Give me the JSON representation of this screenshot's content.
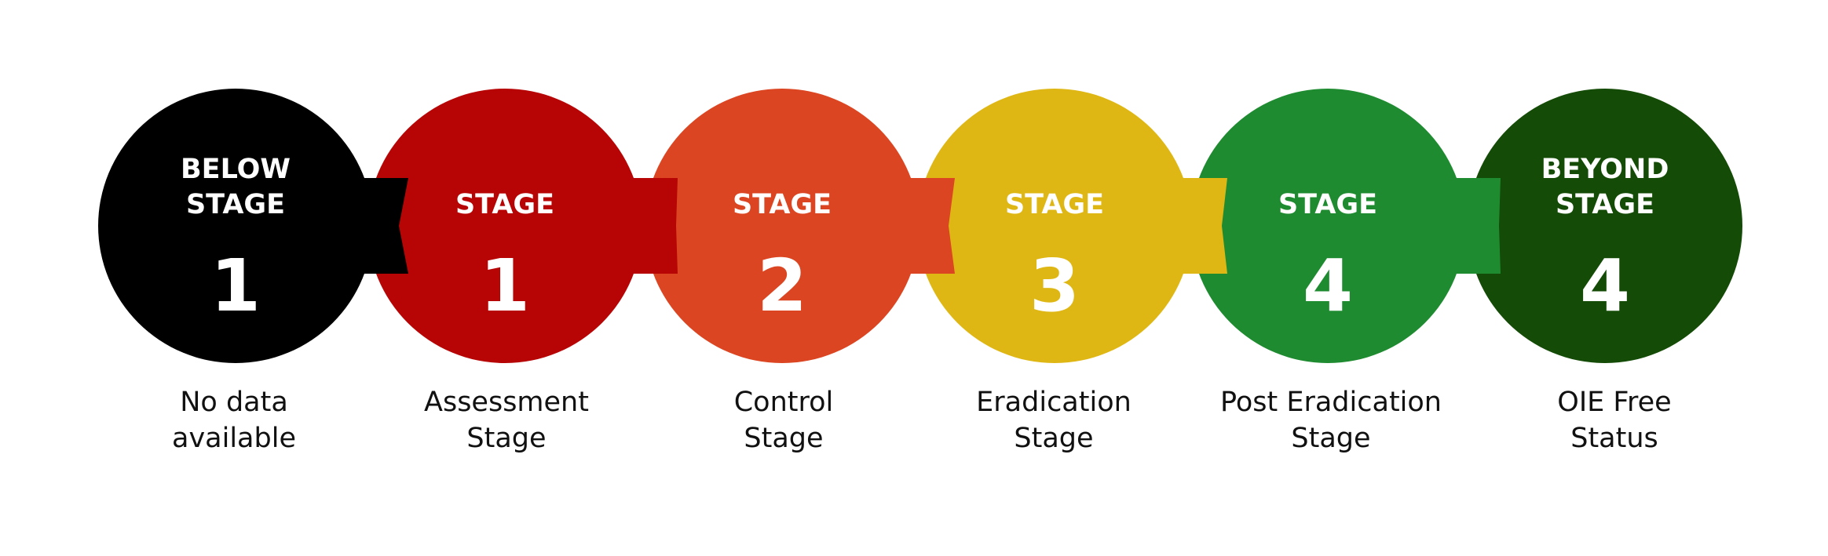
{
  "stages": [
    {
      "heading_line1": "BELOW",
      "heading_line2": "STAGE",
      "number": "1",
      "caption_line1": "No data",
      "caption_line2": "available",
      "color": "#000000"
    },
    {
      "heading_line1": "",
      "heading_line2": "STAGE",
      "number": "1",
      "caption_line1": "Assessment",
      "caption_line2": "Stage",
      "color": "#b70405"
    },
    {
      "heading_line1": "",
      "heading_line2": "STAGE",
      "number": "2",
      "caption_line1": "Control",
      "caption_line2": "Stage",
      "color": "#db4521"
    },
    {
      "heading_line1": "",
      "heading_line2": "STAGE",
      "number": "3",
      "caption_line1": "Eradication",
      "caption_line2": "Stage",
      "color": "#dfb714"
    },
    {
      "heading_line1": "",
      "heading_line2": "STAGE",
      "number": "4",
      "caption_line1": "Post Eradication",
      "caption_line2": "Stage",
      "color": "#1f8b31"
    },
    {
      "heading_line1": "BEYOND",
      "heading_line2": "STAGE",
      "number": "4",
      "caption_line1": "OIE Free",
      "caption_line2": "Status",
      "color": "#144b06"
    }
  ]
}
